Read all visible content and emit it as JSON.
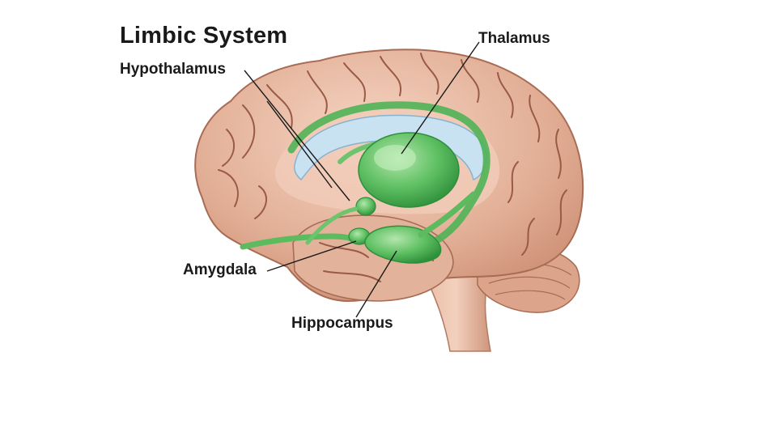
{
  "title": "Limbic System",
  "labels": {
    "thalamus": "Thalamus",
    "hypothalamus": "Hypothalamus",
    "amygdala": "Amygdala",
    "hippocampus": "Hippocampus"
  },
  "colors": {
    "brain_tissue": "#d9a48a",
    "brain_highlight": "#f4d1bf",
    "sulcus": "#9a5a45",
    "limbic_green": "#3fae49",
    "limbic_green_light": "#8fd48c",
    "ventricle_blue": "#c9e2f2",
    "leader_line": "#1a1a1a"
  }
}
